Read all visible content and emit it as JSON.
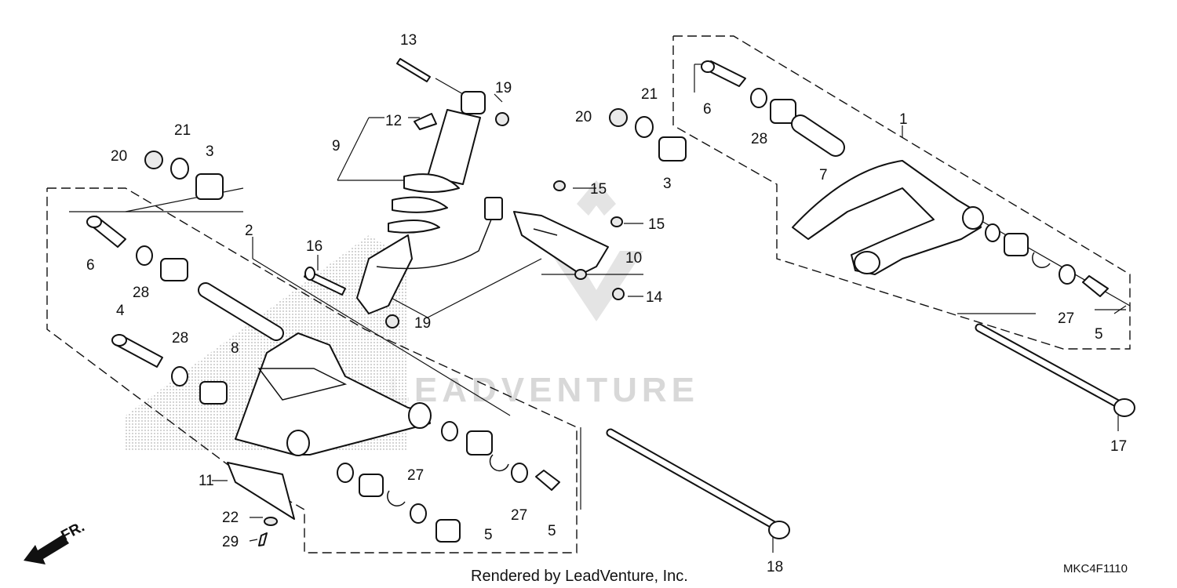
{
  "footer": {
    "rendered_by": "Rendered by LeadVenture, Inc.",
    "diagram_code": "MKC4F1110"
  },
  "watermark": {
    "text": "LEADVENTURE"
  },
  "direction_marker": {
    "label": "FR.",
    "icon": "arrow-left-down-icon"
  },
  "callouts": {
    "c1": "1",
    "c2": "2",
    "c3a": "3",
    "c3b": "3",
    "c4": "4",
    "c5a": "5",
    "c5b": "5",
    "c5c": "5",
    "c6a": "6",
    "c6b": "6",
    "c7": "7",
    "c8": "8",
    "c9": "9",
    "c10": "10",
    "c11": "11",
    "c12": "12",
    "c13": "13",
    "c14": "14",
    "c15a": "15",
    "c15b": "15",
    "c16": "16",
    "c17": "17",
    "c18": "18",
    "c19a": "19",
    "c19b": "19",
    "c20a": "20",
    "c20b": "20",
    "c21a": "21",
    "c21b": "21",
    "c22": "22",
    "c27a": "27",
    "c27b": "27",
    "c27c": "27",
    "c28a": "28",
    "c28b": "28",
    "c28c": "28",
    "c29": "29"
  }
}
